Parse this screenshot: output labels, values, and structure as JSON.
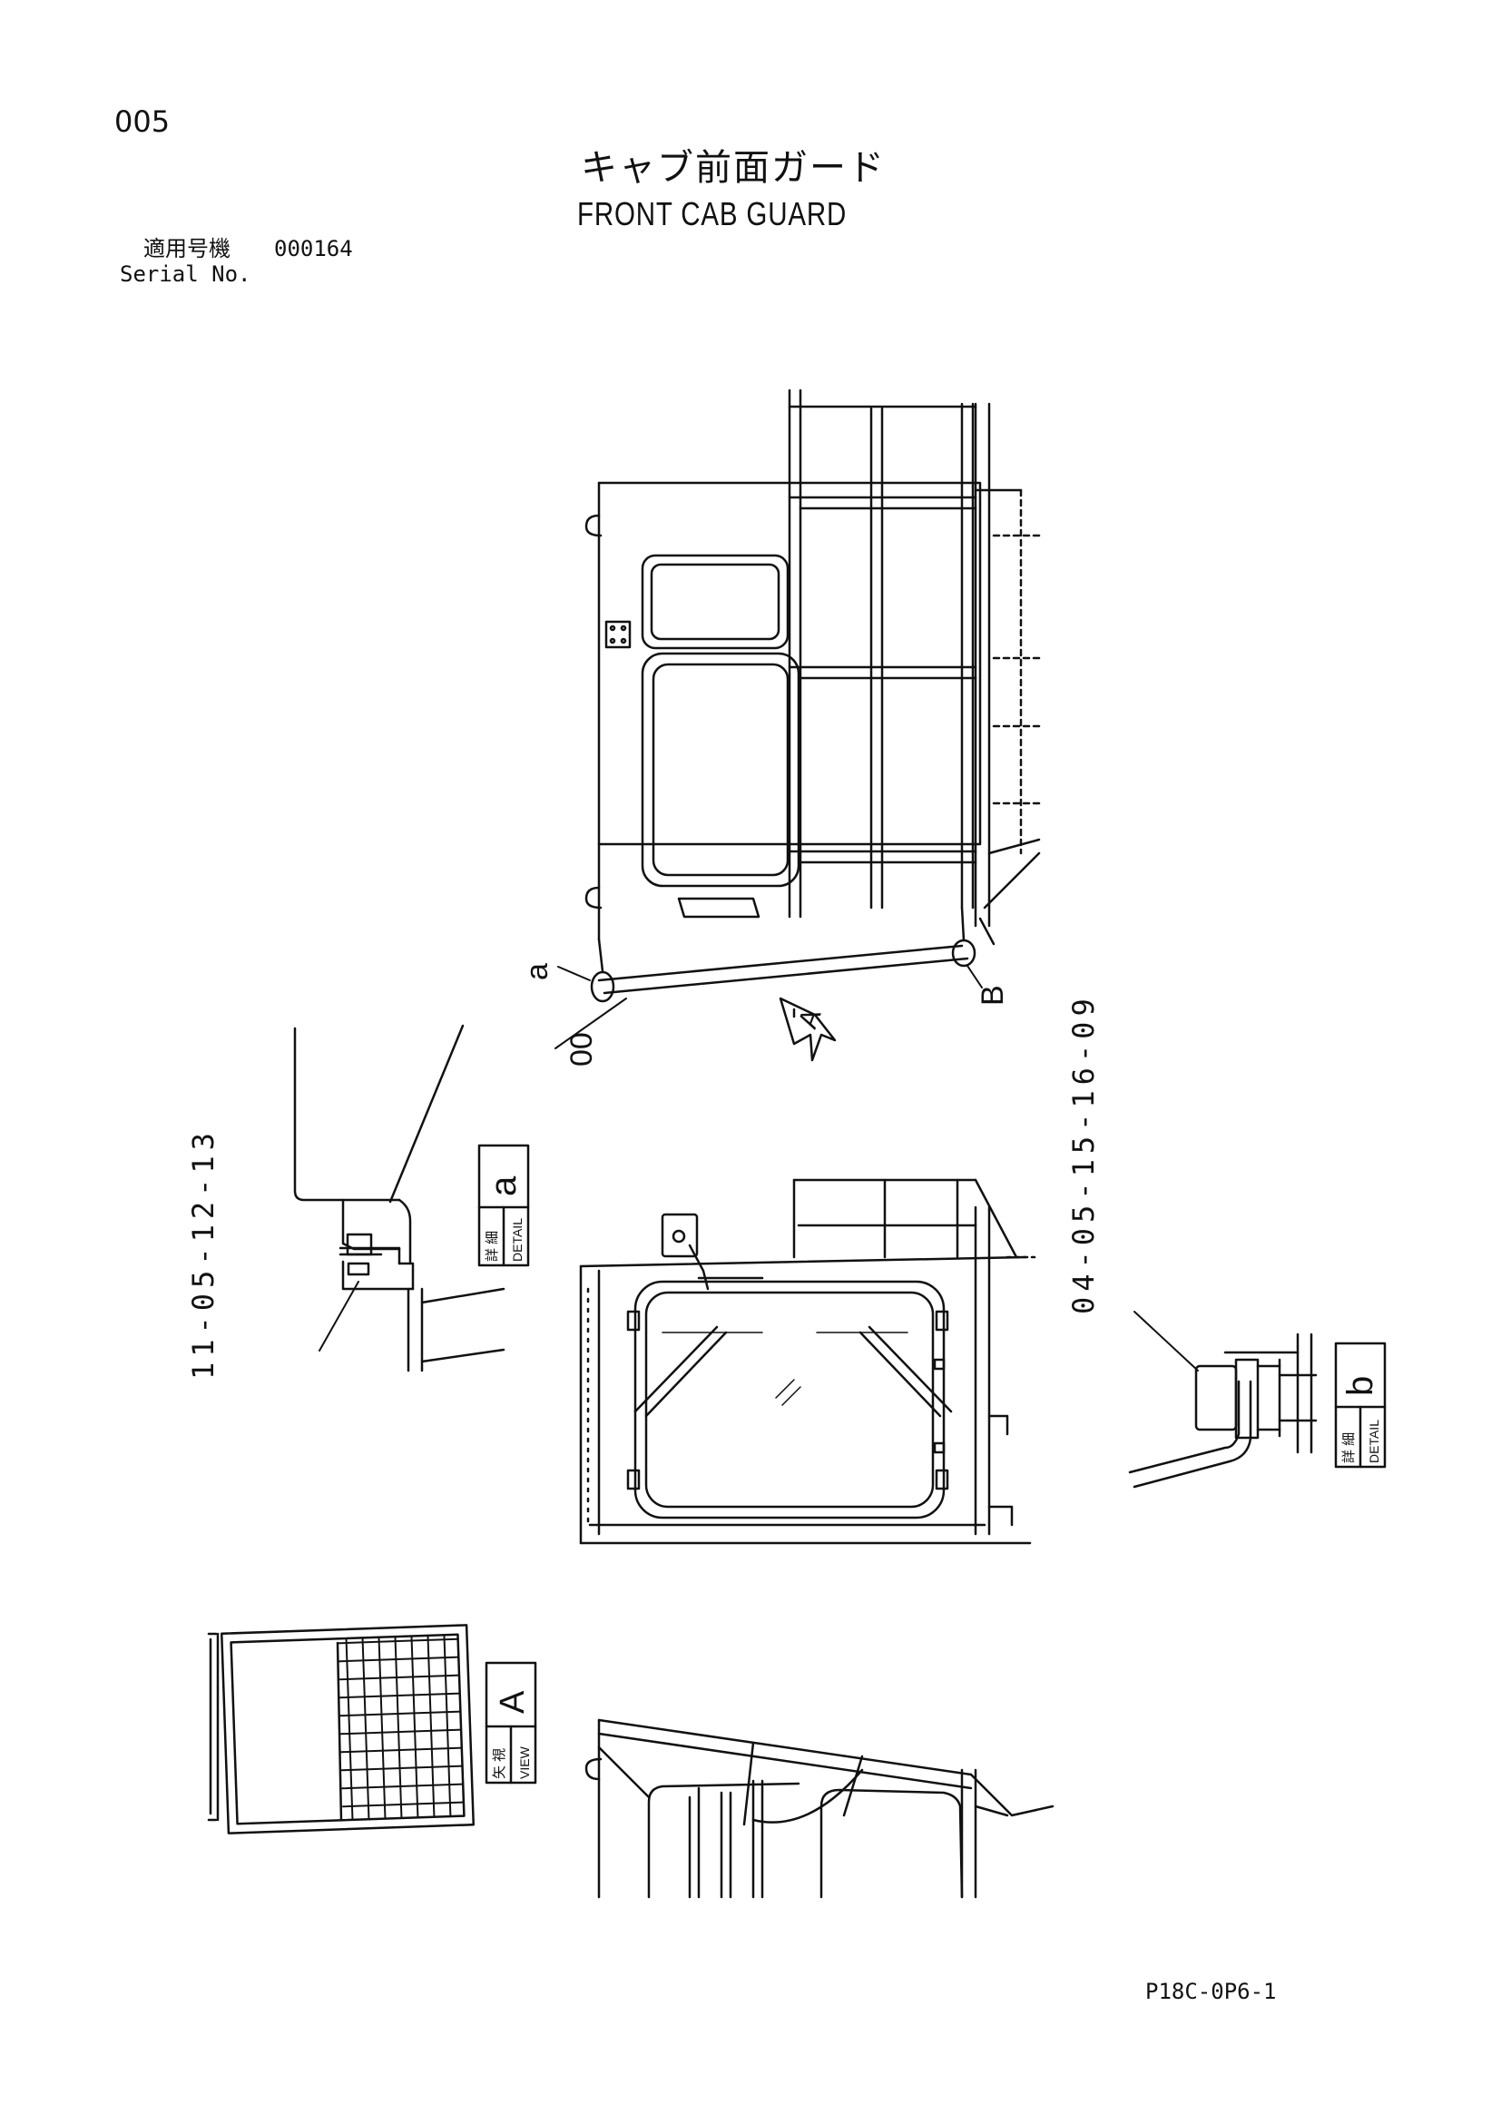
{
  "header": {
    "page_number": "005",
    "title_jp": "キャブ前面ガード",
    "title_en": "FRONT CAB GUARD",
    "serial_label_jp": "適用号機",
    "serial_value": "000164",
    "serial_label_en": "Serial No."
  },
  "labels": {
    "detail_a_jp": "詳 細",
    "detail_a_en": "DETAIL",
    "detail_a_letter": "a",
    "detail_b_jp": "詳 細",
    "detail_b_en": "DETAIL",
    "detail_b_letter": "b",
    "view_a_jp": "矢 視",
    "view_a_en": "VIEW",
    "view_a_letter": "A",
    "callout_a": "a",
    "callout_b": "B",
    "callout_00": "00",
    "view_arrow": "A"
  },
  "part_groups": {
    "detail_a_parts": "11-05-12-13",
    "detail_b_parts": "04-05-15-16-09"
  },
  "footer": {
    "doc_code": "P18C-0P6-1"
  }
}
